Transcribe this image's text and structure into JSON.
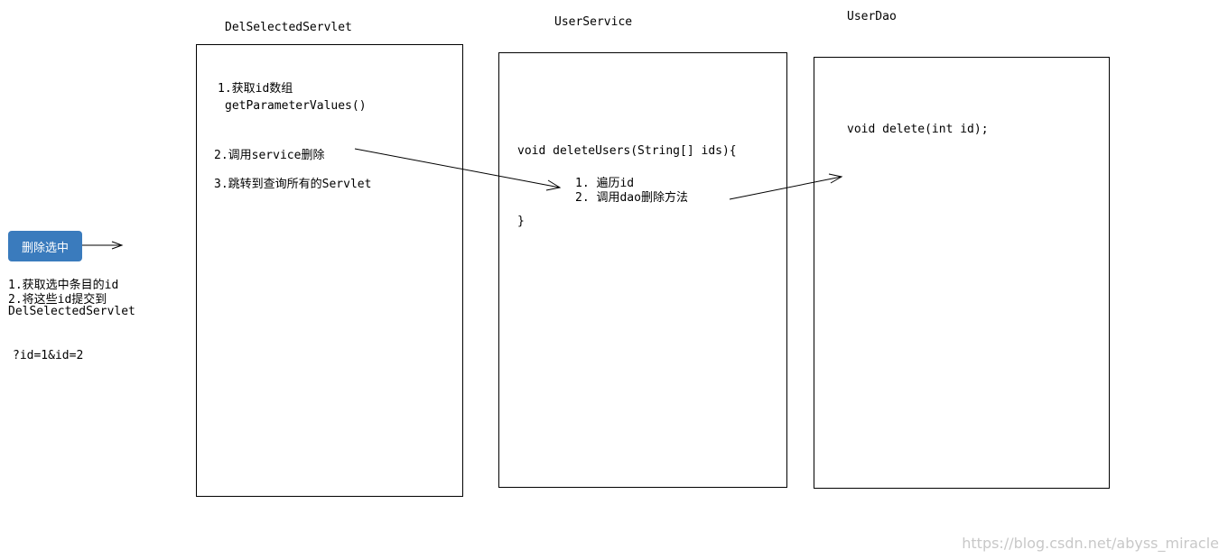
{
  "button": {
    "label": "删除选中"
  },
  "left_notes": {
    "line1": "1.获取选中条目的id",
    "line2": "2.将这些id提交到",
    "line3": "DelSelectedServlet",
    "query": "?id=1&id=2"
  },
  "servlet": {
    "title": "DelSelectedServlet",
    "step1": "1.获取id数组",
    "step1_code": "getParameterValues()",
    "step2": "2.调用service删除",
    "step3": "3.跳转到查询所有的Servlet"
  },
  "service": {
    "title": "UserService",
    "signature": "void deleteUsers(String[] ids){",
    "step1": "1. 遍历id",
    "step2": "2. 调用dao删除方法",
    "close": "}"
  },
  "dao": {
    "title": "UserDao",
    "signature": "void delete(int id);"
  },
  "watermark": "https://blog.csdn.net/abyss_miracle"
}
